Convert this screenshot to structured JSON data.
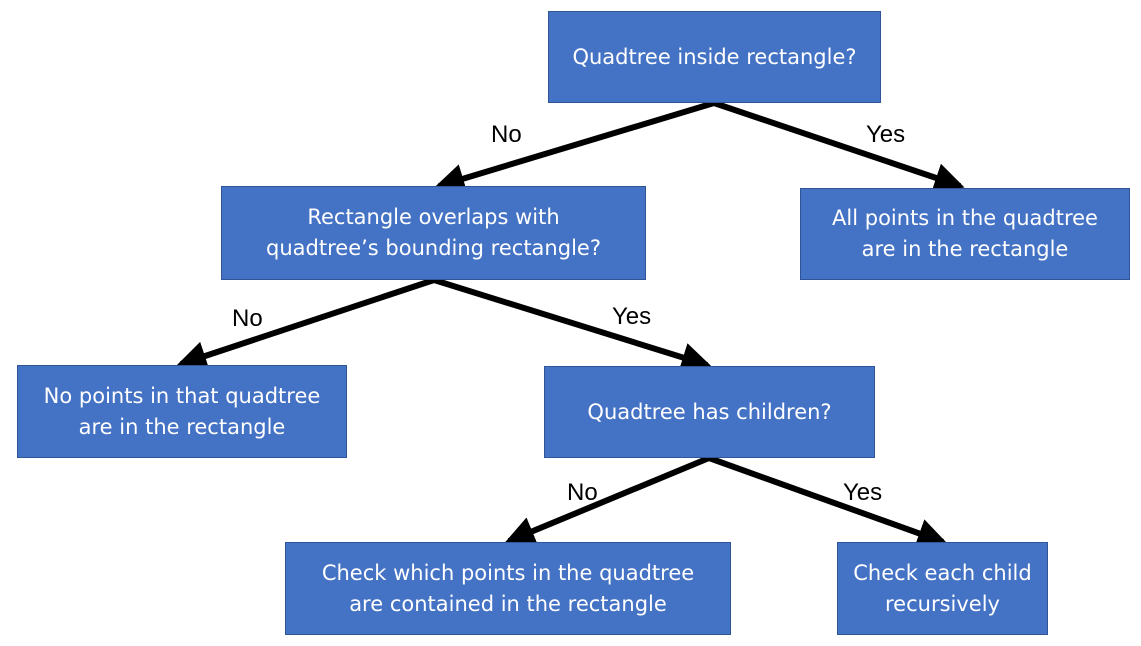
{
  "colors": {
    "node_fill": "#4472c4",
    "node_border": "#2f5597",
    "node_text": "#ffffff",
    "arrow": "#000000",
    "background": "#ffffff"
  },
  "nodes": {
    "quadtree_inside": "Quadtree inside rectangle?",
    "all_points_in": "All points in the quadtree\nare in the rectangle",
    "overlaps": "Rectangle overlaps with\nquadtree’s bounding  rectangle?",
    "no_points": "No points in that quadtree\nare in the rectangle",
    "has_children": "Quadtree has children?",
    "check_points": "Check which points in the quadtree\nare contained in the rectangle",
    "check_children": "Check each child\nrecursively"
  },
  "edges": {
    "inside_no": "No",
    "inside_yes": "Yes",
    "overlaps_no": "No",
    "overlaps_yes": "Yes",
    "children_no": "No",
    "children_yes": "Yes"
  }
}
